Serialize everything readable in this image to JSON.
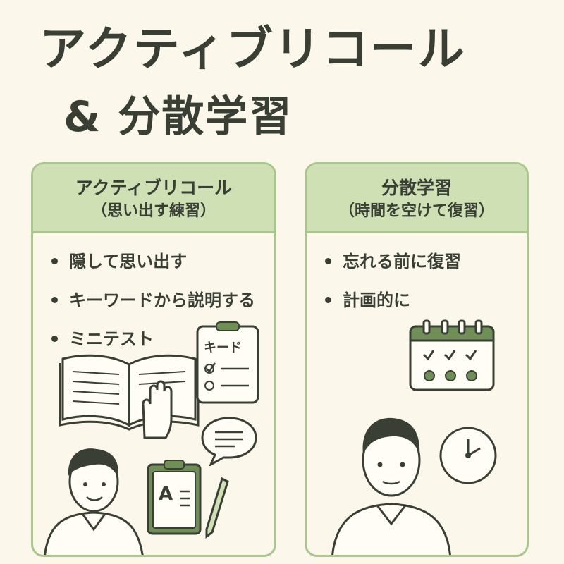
{
  "title": {
    "line1": "アクティブリコール",
    "line2": "& 分散学習"
  },
  "left_panel": {
    "heading": "アクティブリコール",
    "subheading": "（思い出す練習）",
    "items": [
      "隠して思い出す",
      "キーワードから説明する",
      "ミニテスト"
    ],
    "clipboard_label": "キード",
    "paper_letter": "A"
  },
  "right_panel": {
    "heading": "分散学習",
    "subheading": "（時間を空けて復習）",
    "items": [
      "忘れる前に復習",
      "計画的に"
    ]
  },
  "colors": {
    "background": "#fbf7ea",
    "panel_header": "#cfe1b4",
    "panel_border": "#a9c78d",
    "ink": "#3a3f36",
    "accent_green": "#6f8f57"
  }
}
